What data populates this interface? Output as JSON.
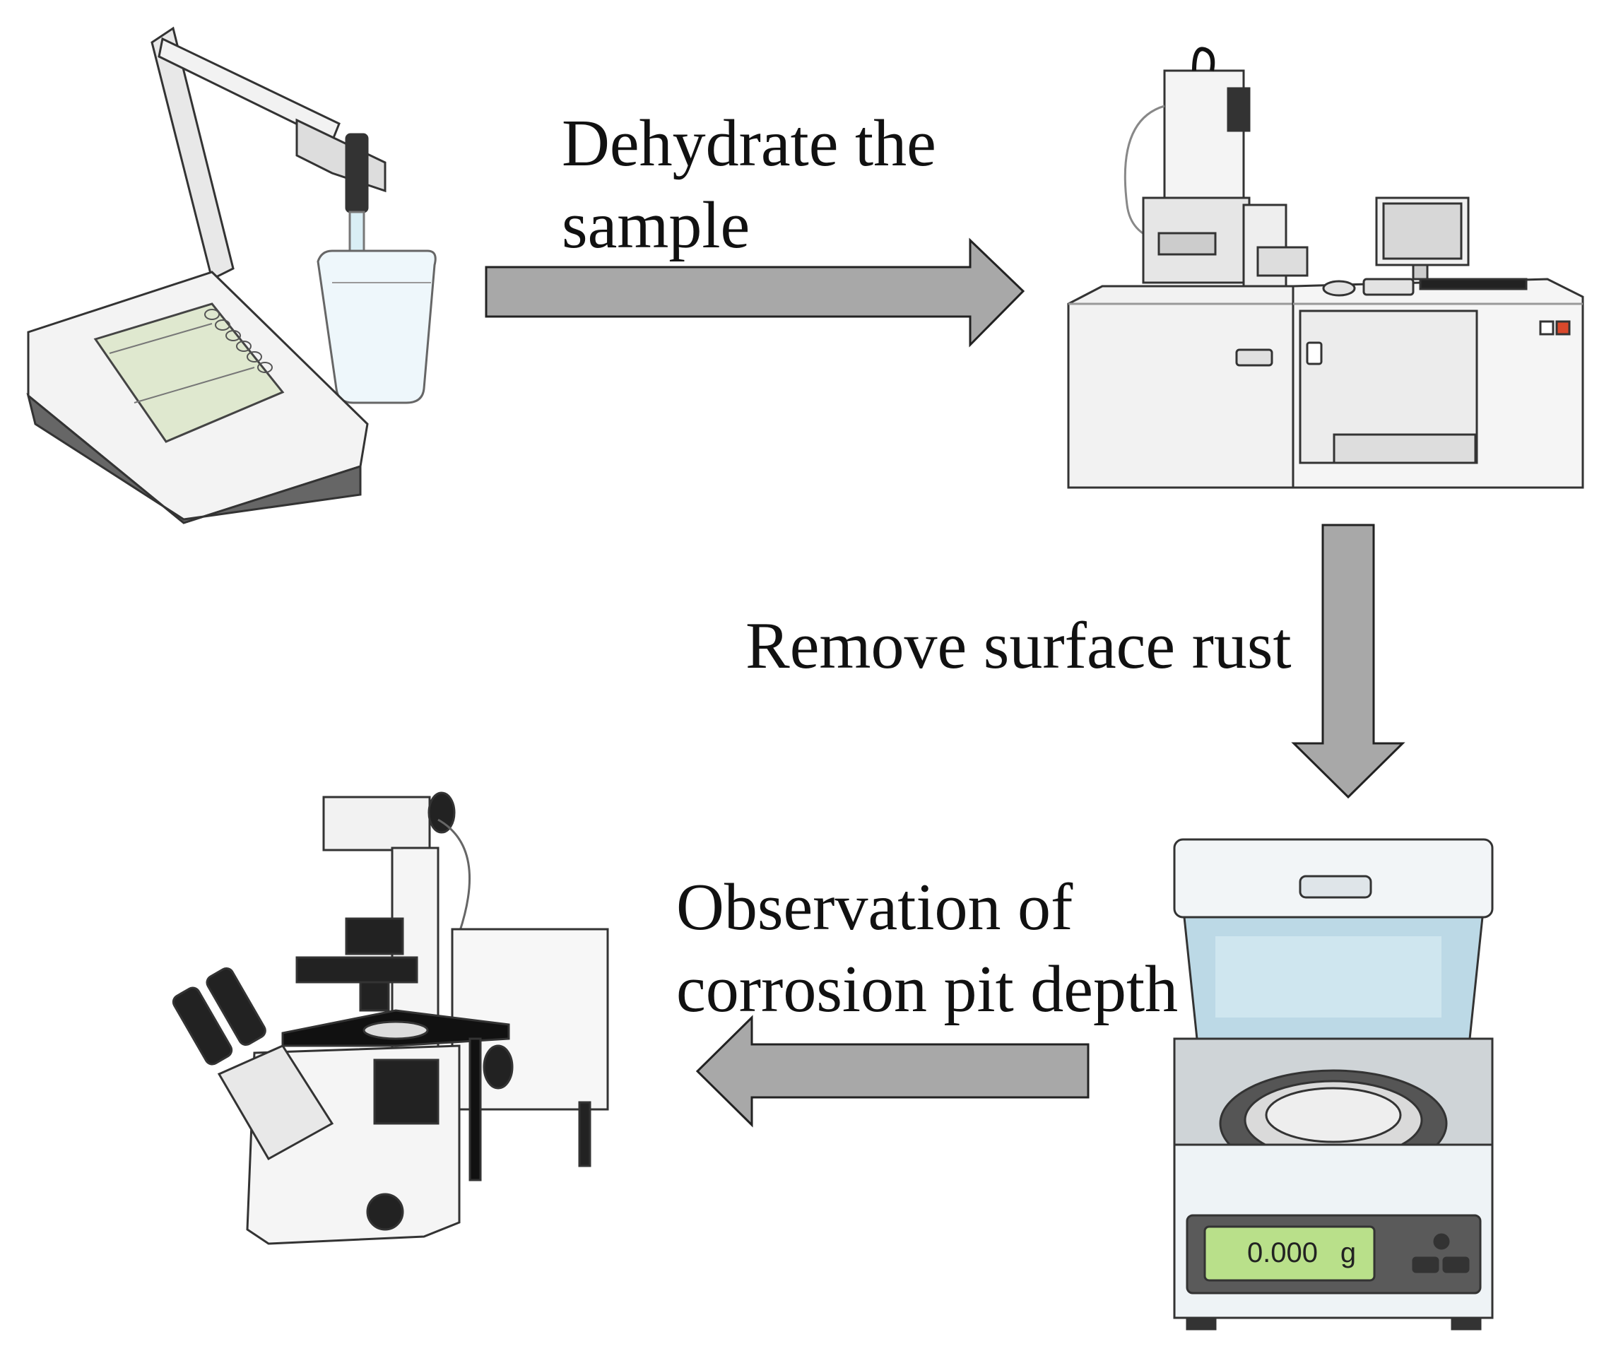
{
  "steps": {
    "step1": {
      "line1": "Dehydrate the",
      "line2": "sample"
    },
    "step2": {
      "line1": "Remove surface rust"
    },
    "step3": {
      "line1": "Observation of",
      "line2": "corrosion pit depth"
    }
  },
  "balance": {
    "reading": "0.000",
    "unit": "g"
  },
  "colors": {
    "arrow_fill": "#a8a8a8",
    "arrow_stroke": "#222222",
    "display_green": "#b9e08a",
    "balance_window": "#bcd9e6"
  },
  "icons": [
    "ph-meter-icon",
    "electron-microscope-icon",
    "analytical-balance-icon",
    "inverted-microscope-icon"
  ]
}
